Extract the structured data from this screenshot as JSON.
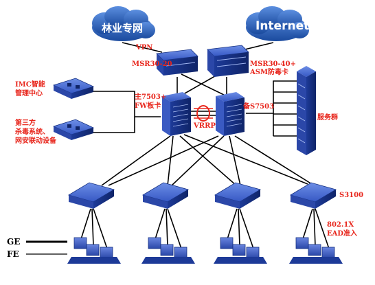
{
  "clouds": {
    "vpn_cloud": "林业专网",
    "internet_cloud": "Internet"
  },
  "devices": {
    "vpn_router": "VPN",
    "msr30_20": "MSR30-20",
    "msr30_40_line1": "MSR30-40+",
    "msr30_40_line2": "ASM防毒卡",
    "imc_line1": "IMC智能",
    "imc_line2": "管理中心",
    "third_party_line1": "第三方",
    "third_party_line2": "杀毒系统、",
    "third_party_line3": "网安联动设备",
    "core_main_line1": "主7503+",
    "core_main_line2": "FW板卡",
    "core_backup": "备S7503",
    "server_group": "服务群",
    "vrrp": "VRRP",
    "access_switch": "S3100",
    "auth_line1": "802.1X",
    "auth_line2": "EAD准入"
  },
  "legend": {
    "ge": "GE",
    "fe": "FE"
  },
  "colors": {
    "label": "#e8261c",
    "cloud": "#1f56a8",
    "device": "#2b4fb8",
    "device_dark": "#142f80",
    "link": "#000000",
    "vrrp_ring": "#e8261c"
  }
}
